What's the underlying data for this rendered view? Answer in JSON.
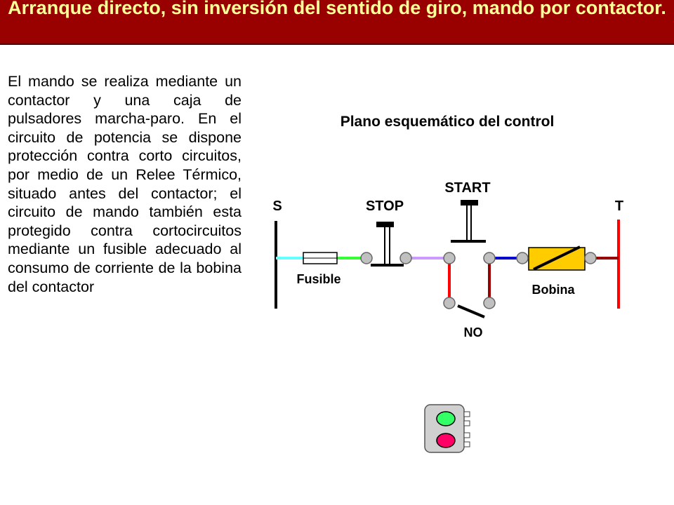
{
  "slide": {
    "title": "Arranque directo, sin inversión del sentido de giro, mando por contactor.",
    "body": "El mando se realiza mediante un contactor y una caja de pulsadores marcha-paro. En el circuito de potencia se dispone protección contra corto circuitos, por medio de un Relee Térmico, situado antes del contactor; el circuito de mando también esta protegido contra cortocircuitos mediante un fusible adecuado al consumo de corriente de la bobina del contactor"
  },
  "diagram": {
    "heading": "Plano esquemático del control",
    "labels": {
      "s": "S",
      "t": "T",
      "stop": "STOP",
      "start": "START",
      "fusible": "Fusible",
      "bobina": "Bobina",
      "no": "NO"
    },
    "colors": {
      "title_bg": "#990000",
      "title_text": "#ffff99",
      "wire_cyan": "#66ffff",
      "wire_green": "#33ff33",
      "wire_violet": "#cc99ff",
      "wire_red": "#ff0000",
      "wire_darkred": "#990000",
      "wire_blue": "#0000cc",
      "coil_fill": "#ffcc00",
      "lamp_green": "#33ff66",
      "lamp_pink": "#ff0066"
    }
  }
}
